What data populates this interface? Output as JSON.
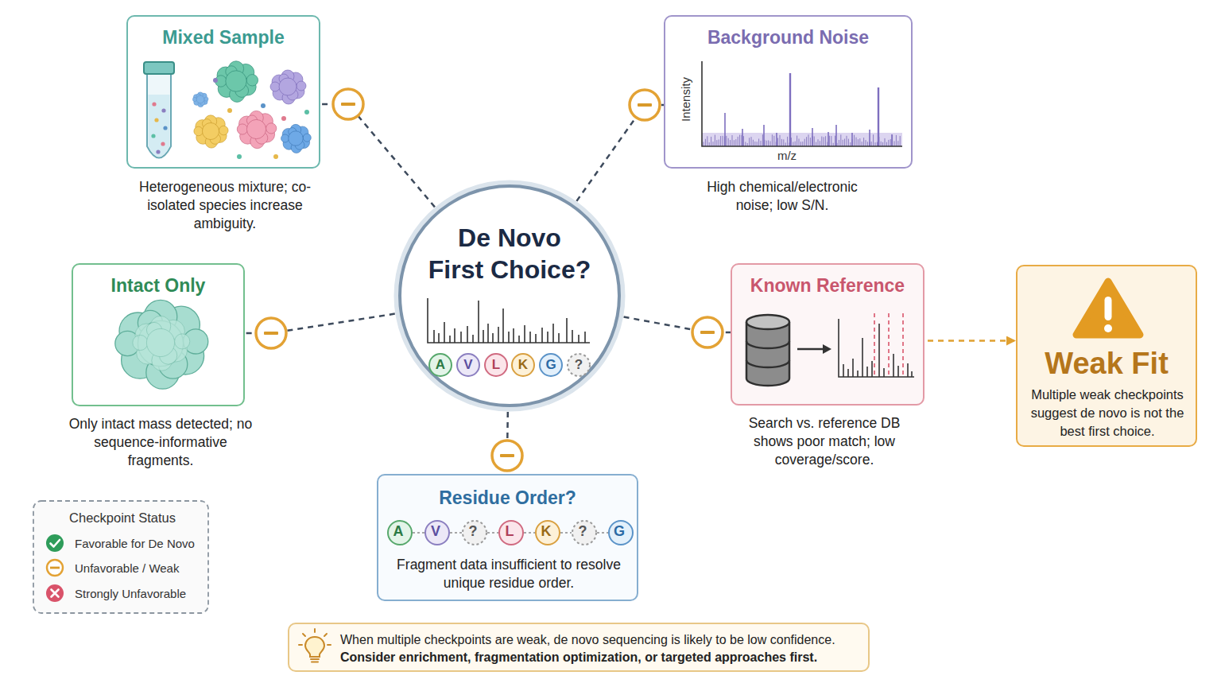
{
  "diagram": {
    "nodes": [
      {
        "text": [
          "De Novo First Choice?"
        ]
      },
      {
        "text": [
          "Mixed Sample",
          "Heterogeneous mixture; co-isolated species increase ambiguity."
        ]
      },
      {
        "text": [
          "Background Noise",
          "High chemical/electronic noise; low S/N."
        ]
      },
      {
        "text": [
          "Intact Only",
          "Only intact mass detected; no sequence-informative fragments."
        ]
      },
      {
        "text": [
          "Known Reference",
          "Search vs. reference DB shows poor match; low coverage/score."
        ]
      },
      {
        "text": [
          "Residue Order?",
          "Fragment data insufficient to resolve unique residue order."
        ]
      },
      {
        "text": [
          "Weak Fit",
          "Multiple weak checkpoints suggest de novo is not the best first choice."
        ]
      },
      {
        "text": [
          "When multiple checkpoints are weak, de novo sequencing is likely to be low confidence.",
          "Consider enrichment, fragmentation optimization, or targeted approaches first."
        ]
      }
    ],
    "edges": [
      {
        "from": 0,
        "to": 1,
        "arrow": "none"
      },
      {
        "from": 0,
        "to": 2,
        "arrow": "none"
      },
      {
        "from": 0,
        "to": 3,
        "arrow": "none"
      },
      {
        "from": 0,
        "to": 4,
        "arrow": "none"
      },
      {
        "from": 0,
        "to": 5,
        "arrow": "none"
      },
      {
        "from": 4,
        "to": 6,
        "arrow": "to"
      }
    ],
    "labels": [
      "Intensity",
      "m/z",
      "A",
      "V",
      "L",
      "K",
      "G",
      "?",
      "A",
      "V",
      "?",
      "L",
      "K",
      "?",
      "G",
      "Checkpoint Status"
    ],
    "legend": [
      {
        "text": "Favorable for De Novo"
      },
      {
        "text": "Unfavorable / Weak"
      },
      {
        "text": "Strongly Unfavorable"
      }
    ]
  }
}
